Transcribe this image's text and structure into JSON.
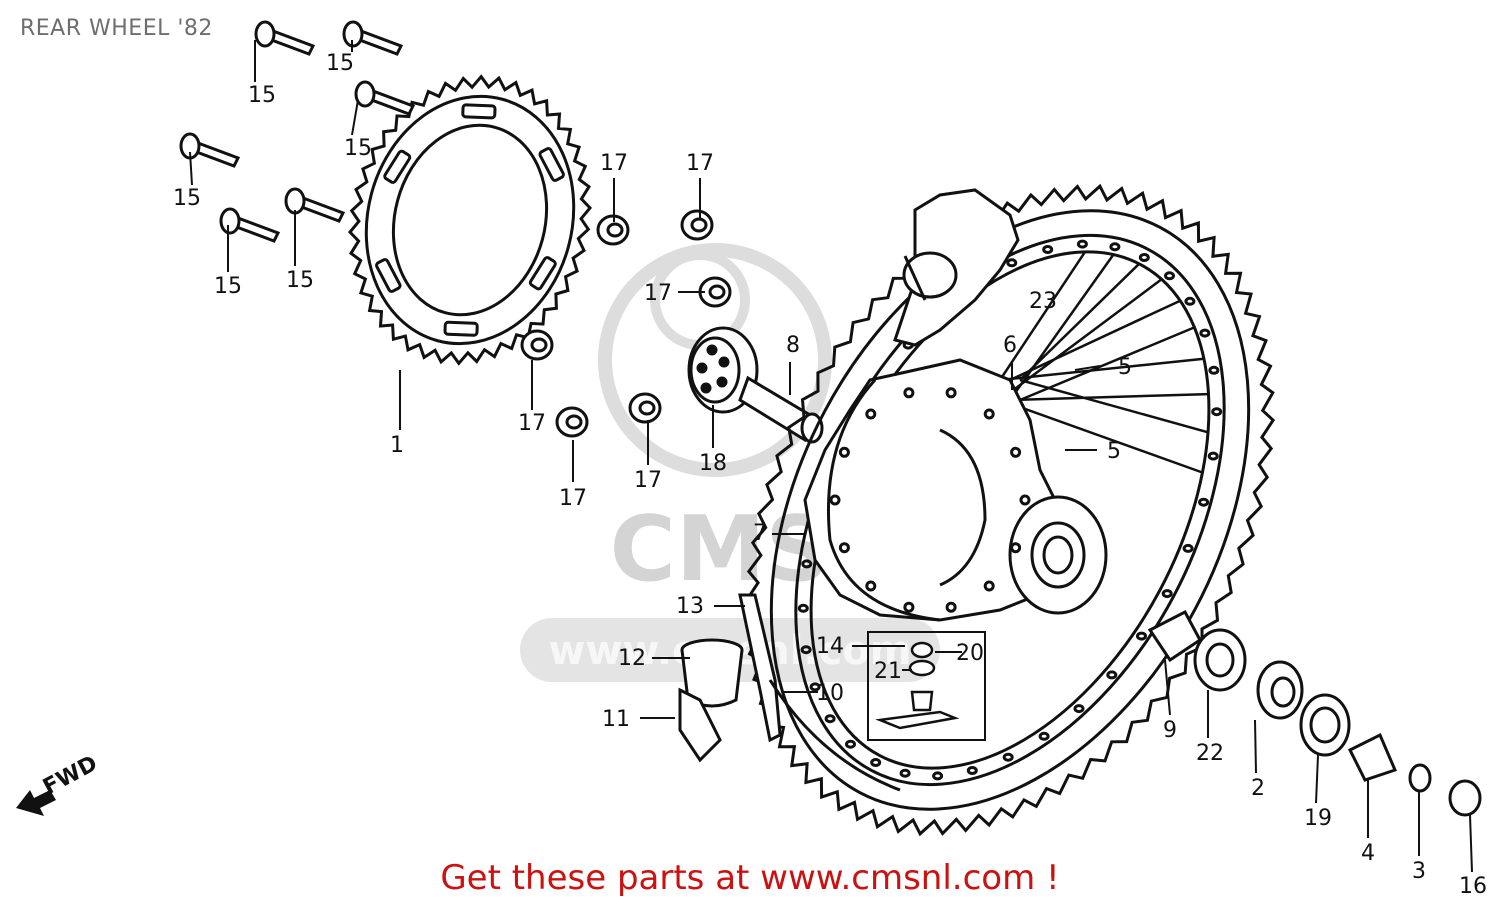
{
  "title": "REAR WHEEL '82",
  "footer": {
    "text": "Get these parts at www.cmsnl.com !",
    "color": "#cc1111"
  },
  "watermark": {
    "brand": "CMS",
    "site": "www.cmsnl.com"
  },
  "direction_label": "FWD",
  "part_labels": [
    {
      "id": "p15a",
      "text": "15"
    },
    {
      "id": "p15b",
      "text": "15"
    },
    {
      "id": "p15c",
      "text": "15"
    },
    {
      "id": "p15d",
      "text": "15"
    },
    {
      "id": "p15e",
      "text": "15"
    },
    {
      "id": "p15f",
      "text": "15"
    },
    {
      "id": "p1",
      "text": "1"
    },
    {
      "id": "p17a",
      "text": "17"
    },
    {
      "id": "p17b",
      "text": "17"
    },
    {
      "id": "p17c",
      "text": "17"
    },
    {
      "id": "p17d",
      "text": "17"
    },
    {
      "id": "p17e",
      "text": "17"
    },
    {
      "id": "p17f",
      "text": "17"
    },
    {
      "id": "p8",
      "text": "8"
    },
    {
      "id": "p18",
      "text": "18"
    },
    {
      "id": "p23",
      "text": "23"
    },
    {
      "id": "p6",
      "text": "6"
    },
    {
      "id": "p5a",
      "text": "5"
    },
    {
      "id": "p5b",
      "text": "5"
    },
    {
      "id": "p7",
      "text": "7"
    },
    {
      "id": "p13",
      "text": "13"
    },
    {
      "id": "p12",
      "text": "12"
    },
    {
      "id": "p11",
      "text": "11"
    },
    {
      "id": "p10",
      "text": "10"
    },
    {
      "id": "p14",
      "text": "14"
    },
    {
      "id": "p20",
      "text": "20"
    },
    {
      "id": "p21",
      "text": "21"
    },
    {
      "id": "p9",
      "text": "9"
    },
    {
      "id": "p22",
      "text": "22"
    },
    {
      "id": "p2",
      "text": "2"
    },
    {
      "id": "p19",
      "text": "19"
    },
    {
      "id": "p4",
      "text": "4"
    },
    {
      "id": "p3",
      "text": "3"
    },
    {
      "id": "p16",
      "text": "16"
    }
  ]
}
